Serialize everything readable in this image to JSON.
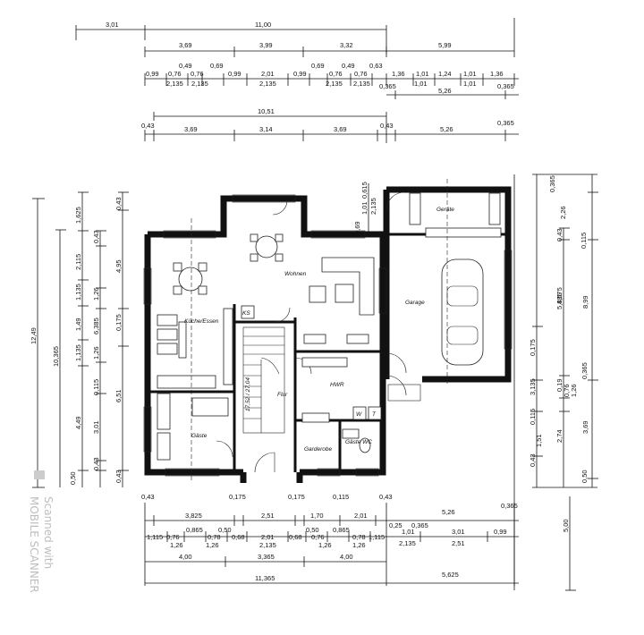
{
  "rooms": {
    "wohnen": "Wohnen",
    "kueche": "Küche/Essen",
    "garage": "Garage",
    "geraete": "Geräte",
    "flur": "Flur",
    "hwr": "HWR",
    "gaeste": "Gäste",
    "gaeste_wc": "Gäste WC",
    "garderobe": "Garderobe",
    "w": "W",
    "t": "T",
    "stair": "17,52 / 27,04",
    "kamin": "KS"
  },
  "watermark": {
    "line1": "Scanned with",
    "line2": "MOBILE SCANNER"
  },
  "dims_top": {
    "r1": [
      "3,01",
      "11,00"
    ],
    "r2": [
      "3,69",
      "3,99",
      "3,32",
      "5,99"
    ],
    "r3a": [
      "0,49",
      "0,69",
      "0,69",
      "0,49",
      "0,63"
    ],
    "r3b": [
      "0,99",
      "0,76",
      "0,76",
      "0,99",
      "2,01",
      "0,99",
      "0,76",
      "0,76",
      "1,36",
      "1,01",
      "1,24",
      "1,01",
      "1,36"
    ],
    "r3c": [
      "2,135",
      "2,135",
      "2,135",
      "2,135",
      "2,135",
      "1,01",
      "1,01"
    ],
    "r4": [
      "0,365",
      "5,26",
      "0,365"
    ],
    "r5": [
      "10,51",
      "0,365"
    ],
    "r6": [
      "0,43",
      "3,69",
      "3,14",
      "3,69",
      "0,43",
      "5,26"
    ]
  },
  "dims_bottom": {
    "r1": [
      "0,43",
      "0,175",
      "0,175",
      "0,115",
      "0,43",
      "0,365"
    ],
    "r2": [
      "3,825",
      "2,51",
      "1,70",
      "2,01",
      "5,26"
    ],
    "r3a": [
      "0,25",
      "0,365"
    ],
    "r3b": [
      "1,115",
      "0,865",
      "0,50",
      "0,50",
      "0,865",
      "0,76",
      "0,78",
      "0,68",
      "2,01",
      "0,68",
      "0,76",
      "0,78",
      "1,115",
      "1,01",
      "3,01",
      "0,99"
    ],
    "r3c": [
      "1,26",
      "1,26",
      "2,135",
      "1,26",
      "1,26",
      "2,135",
      "2,51"
    ],
    "r4": [
      "4,00",
      "3,365",
      "4,00"
    ],
    "r5": [
      "11,365",
      "5,625"
    ]
  },
  "dims_left": {
    "outer": "12,49",
    "c2": "10,365",
    "c3a": "1,625",
    "c3b": [
      "2,115",
      "1,135",
      "1,49",
      "1,135"
    ],
    "c3c": [
      "4,49"
    ],
    "c4": [
      "0,43",
      "1,26",
      "6,385",
      "1,26",
      "0,115",
      "3,01",
      "0,43",
      "0,50"
    ],
    "c5": [
      "0,43",
      "4,95",
      "0,175",
      "6,51",
      "0,43"
    ]
  },
  "dims_right": {
    "inner": [
      "0,175",
      "3,135",
      "0,115",
      "1,51",
      "0,43"
    ],
    "c2": [
      "0,43",
      "4,575",
      "0,19",
      "0,76",
      "1,26",
      "2,74"
    ],
    "c3": [
      "0,365",
      "2,26",
      "0,115",
      "5,885",
      "0,365",
      "0,50"
    ],
    "c4": [
      "8,99",
      "3,69"
    ],
    "lower": "5,00",
    "garage_top": [
      "0,615",
      "1,01",
      "2,135",
      "0,69"
    ]
  }
}
